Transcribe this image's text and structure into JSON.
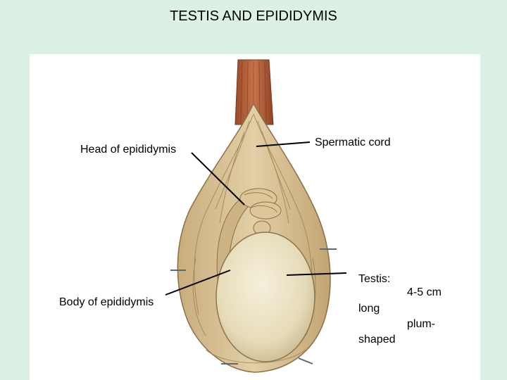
{
  "title": "TESTIS AND EPIDIDYMIS",
  "labels": {
    "head_of_epididymis": "Head of epididymis",
    "spermatic_cord": "Spermatic cord",
    "body_of_epididymis": "Body of epididymis",
    "testis": "Testis:",
    "size": "4-5 cm",
    "long": "long",
    "plum": "plum-",
    "shaped": "shaped"
  },
  "colors": {
    "background": "#ddf0e6",
    "panel": "#ffffff",
    "tunica": "#d9c49a",
    "tunica_shadow": "#a88e62",
    "testis": "#ece3c4",
    "cord_muscle": "#b4633c",
    "epididymis": "#d8c08e",
    "leader_line": "#000000"
  }
}
